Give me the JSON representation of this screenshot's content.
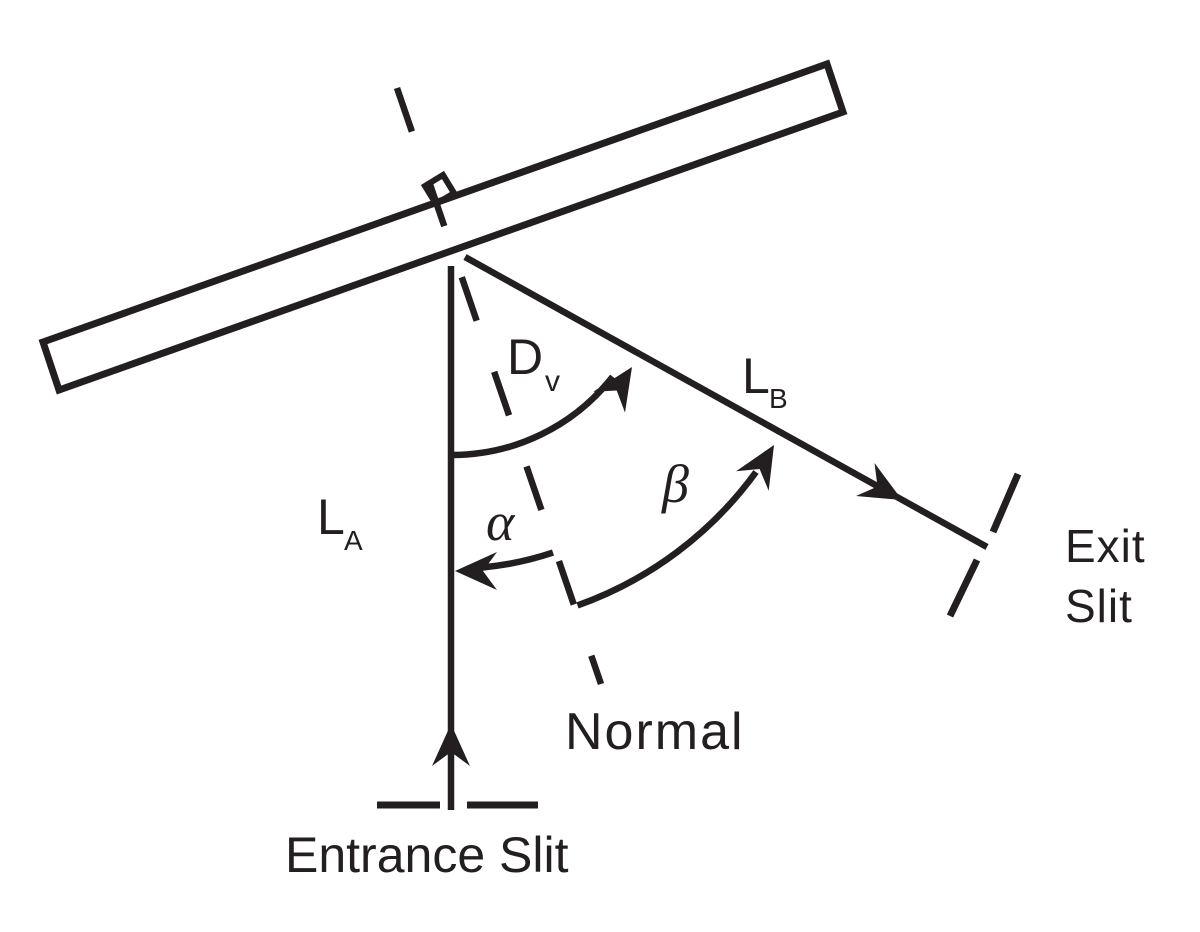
{
  "figure": {
    "background_color": "#ffffff",
    "ink_color": "#231f20",
    "labels": {
      "deviation_main": "D",
      "deviation_sub": "v",
      "arm_a_main": "L",
      "arm_a_sub": "A",
      "arm_b_main": "L",
      "arm_b_sub": "B",
      "alpha": "α",
      "beta": "β",
      "normal": "Normal",
      "entrance_slit": "Entrance Slit",
      "exit_slit_line1": "Exit",
      "exit_slit_line2": "Slit"
    }
  }
}
